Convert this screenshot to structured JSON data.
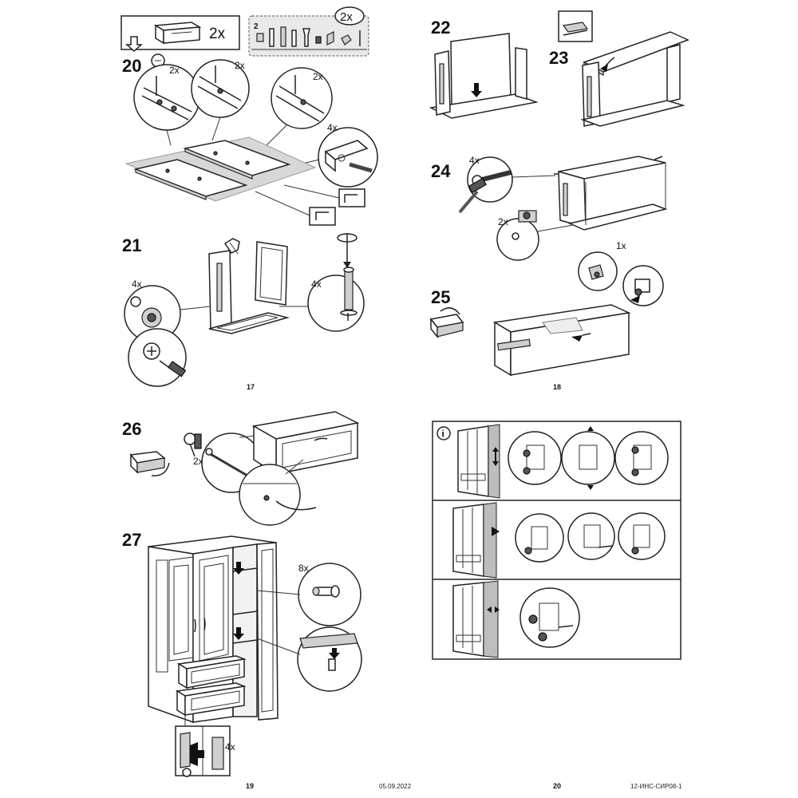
{
  "steps": {
    "s20": {
      "number": "20",
      "pack_count": "2x",
      "kit_count": "2x",
      "kit_index": "2",
      "callout_a": "2x",
      "callout_b": "2x",
      "callout_c": "2x",
      "callout_d": "4x"
    },
    "s21": {
      "number": "21",
      "callout_left": "4x",
      "callout_right": "4x"
    },
    "s22": {
      "number": "22"
    },
    "s23": {
      "number": "23"
    },
    "s24": {
      "number": "24",
      "callout_screw": "4x",
      "callout_cam": "2x"
    },
    "s25": {
      "number": "25",
      "callout": "1x"
    },
    "s26": {
      "number": "26",
      "callout": "2x"
    },
    "s27": {
      "number": "27",
      "callout_pins": "8x",
      "callout_slide": "4x"
    }
  },
  "info": {
    "badge": "i"
  },
  "pages": {
    "p17": "17",
    "p18": "18",
    "p19": "19",
    "p20": "20"
  },
  "footer": {
    "date": "05.09.2022",
    "doc_code": "12-ИНС-СИР08-1"
  },
  "icons": [
    "downward-arrow-icon",
    "screwdriver-icon",
    "hammer-icon",
    "hand-icon",
    "flip-rotate-icon",
    "info-icon",
    "hinge-adjust-icon"
  ]
}
